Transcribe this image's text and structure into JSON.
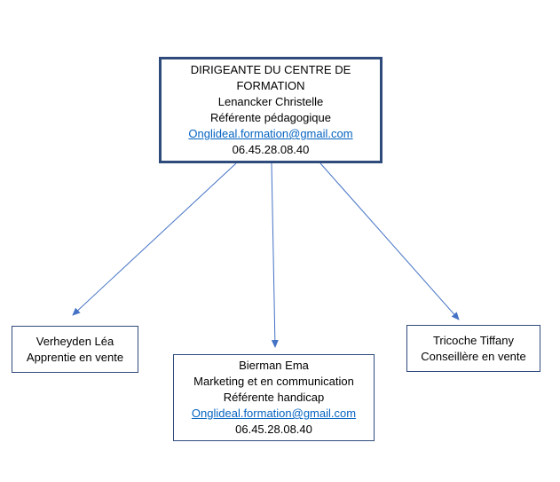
{
  "top_box": {
    "line1": "DIRIGEANTE DU CENTRE DE",
    "line2": "FORMATION",
    "name": "Lenancker Christelle",
    "role": "Référente pédagogique",
    "email": "Onglideal.formation@gmail.com",
    "phone": "06.45.28.08.40"
  },
  "left_box": {
    "name": "Verheyden Léa",
    "role": "Apprentie en vente"
  },
  "middle_box": {
    "name": "Bierman Ema",
    "role1": "Marketing et en communication",
    "role2": "Référente handicap",
    "email": "Onglideal.formation@gmail.com",
    "phone": "06.45.28.08.40"
  },
  "right_box": {
    "name": "Tricoche Tiffany",
    "role": "Conseillère en vente"
  },
  "colors": {
    "box_border": "#2F4B7C",
    "connector": "#4472C4",
    "link": "#0563C1"
  }
}
